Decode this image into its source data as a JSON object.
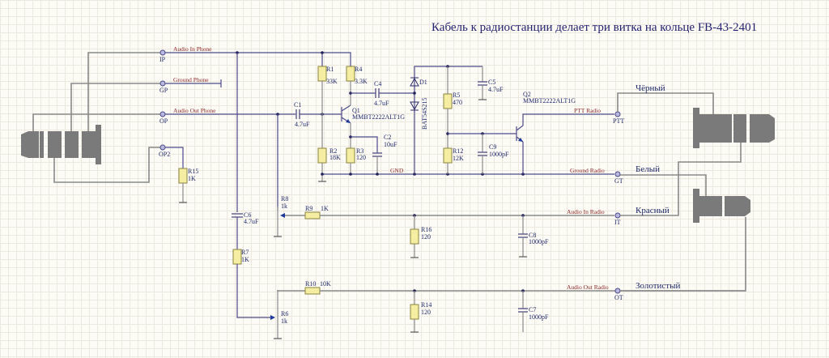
{
  "title": "Кабель к радиостанции делает три витка на кольце FB-43-2401",
  "nets": {
    "audio_in_phone": "Audio In Phone",
    "ground_phone": "Ground Phone",
    "audio_out_phone": "Audio Out Phone",
    "gnd": "GND",
    "ptt_radio": "PTT Radio",
    "ground_radio": "Ground Radio",
    "audio_in_radio": "Audio In Radio",
    "audio_out_radio": "Audio Out Radio"
  },
  "ports": {
    "ip": "IP",
    "gp": "GP",
    "op": "OP",
    "op2": "OP2",
    "ptt": "PTT",
    "gt": "GT",
    "it": "IT",
    "ot": "OT"
  },
  "wire_colors": {
    "black": "Чёрный",
    "white": "Белый",
    "red": "Красный",
    "gold": "Золотистый"
  },
  "components": {
    "R1": {
      "ref": "R1",
      "value": "33K"
    },
    "R2": {
      "ref": "R2",
      "value": "18K"
    },
    "R3": {
      "ref": "R3",
      "value": "120"
    },
    "R4": {
      "ref": "R4",
      "value": "3.3K"
    },
    "R5": {
      "ref": "R5",
      "value": "470"
    },
    "R6": {
      "ref": "R6",
      "value": "1k"
    },
    "R7": {
      "ref": "R7",
      "value": "1K"
    },
    "R8": {
      "ref": "R8",
      "value": "1k"
    },
    "R9": {
      "ref": "R9",
      "value": "1K"
    },
    "R10": {
      "ref": "R10",
      "value": "10K"
    },
    "R12": {
      "ref": "R12",
      "value": "12K"
    },
    "R14": {
      "ref": "R14",
      "value": "120"
    },
    "R15": {
      "ref": "R15",
      "value": "1K"
    },
    "R16": {
      "ref": "R16",
      "value": "120"
    },
    "C1": {
      "ref": "C1",
      "value": "4.7uF"
    },
    "C2": {
      "ref": "C2",
      "value": "10uF"
    },
    "C4": {
      "ref": "C4",
      "value": "4.7uF"
    },
    "C5": {
      "ref": "C5",
      "value": "4.7uF"
    },
    "C6": {
      "ref": "C6",
      "value": "4.7uF"
    },
    "C7": {
      "ref": "C7",
      "value": "1000pF"
    },
    "C8": {
      "ref": "C8",
      "value": "1000pF"
    },
    "C9": {
      "ref": "C9",
      "value": "1000pF"
    },
    "Q1": {
      "ref": "Q1",
      "value": "MMBT2222ALT1G"
    },
    "Q2": {
      "ref": "Q2",
      "value": "MMBT2222ALT1G"
    },
    "D1": {
      "ref": "D1",
      "value": "BAT54S215"
    }
  }
}
